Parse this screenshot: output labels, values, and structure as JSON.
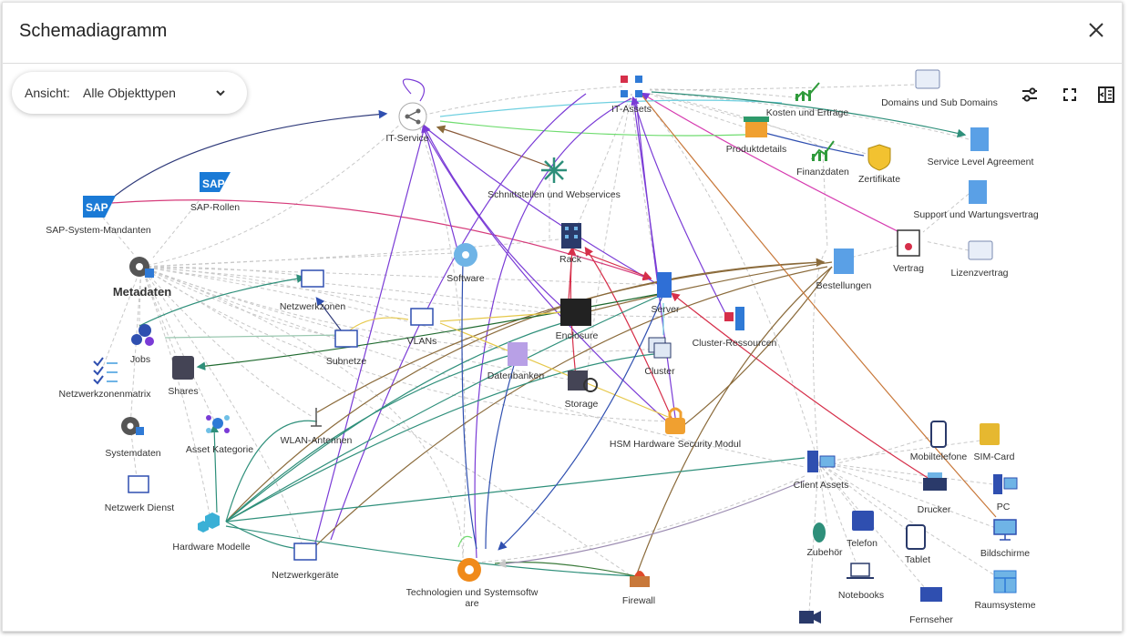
{
  "dialog": {
    "title": "Schemadiagramm"
  },
  "view": {
    "label": "Ansicht:",
    "value": "Alle Objekttypen"
  },
  "nodes": {
    "it_service": "IT-Service",
    "it_assets": "IT-Assets",
    "kosten": "Kosten und Erträge",
    "domains": "Domains und Sub Domains",
    "produktdetails": "Produktdetails",
    "finanzdaten": "Finanzdaten",
    "zertifikate": "Zertifikate",
    "sla": "Service Level Agreement",
    "support": "Support und Wartungsvertrag",
    "lizenzvertrag": "Lizenzvertrag",
    "vertrag": "Vertrag",
    "schnittstellen": "Schnittstellen und Webservices",
    "sap_rollen": "SAP-Rollen",
    "sap_mandanten": "SAP-System-Mandanten",
    "metadaten": "Metadaten",
    "netzwerkzonen": "Netzwerkzonen",
    "software": "Software",
    "rack": "Rack",
    "server": "Server",
    "bestellungen": "Bestellungen",
    "vlans": "VLANs",
    "enclosure": "Enclosure",
    "cluster_res": "Cluster-Ressourcen",
    "jobs": "Jobs",
    "subnetze": "Subnetze",
    "datenbanken": "Datenbanken",
    "cluster": "Cluster",
    "netzwerkzonenmatrix": "Netzwerkzonenmatrix",
    "shares": "Shares",
    "storage": "Storage",
    "wlan": "WLAN-Antennen",
    "hsm": "HSM Hardware Security Modul",
    "systemdaten": "Systemdaten",
    "asset_kategorie": "Asset Kategorie",
    "netzwerk_dienst": "Netzwerk Dienst",
    "hardware_modelle": "Hardware Modelle",
    "netzwerkgeraete": "Netzwerkgeräte",
    "technologien_1": "Technologien und Systemsoftw",
    "technologien_2": "are",
    "firewall": "Firewall",
    "client_assets": "Client Assets",
    "mobiltelefone": "Mobiltelefone",
    "simcard": "SIM-Card",
    "drucker": "Drucker",
    "pc": "PC",
    "zubehoer": "Zubehör",
    "telefon": "Telefon",
    "tablet": "Tablet",
    "bildschirme": "Bildschirme",
    "notebooks": "Notebooks",
    "fernseher": "Fernseher",
    "raumsysteme": "Raumsysteme",
    "sap_logo": "SAP"
  },
  "icons": {
    "close": "close-icon",
    "chevron": "chevron-down-icon",
    "filter": "sliders-icon",
    "fullscreen": "fullscreen-icon",
    "panel": "side-panel-icon"
  },
  "colors": {
    "edge": "#c8c8c8",
    "accent_blue": "#3b6fd6",
    "purple": "#7a3bd6",
    "red": "#d63b5a"
  }
}
